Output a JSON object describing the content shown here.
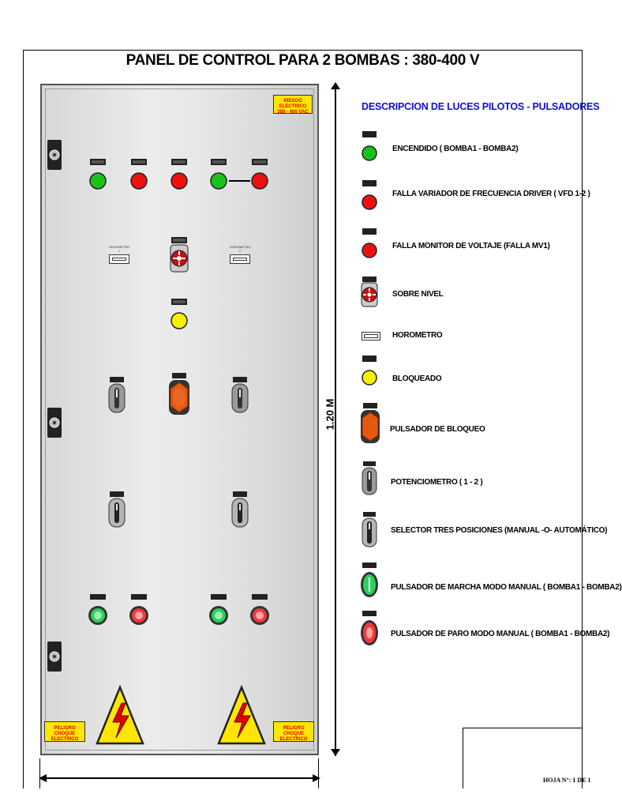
{
  "title": "PANEL DE CONTROL PARA 2 BOMBAS : 380-400 V",
  "panel": {
    "riesgo_label_line1": "RIESGO ELECTRICO",
    "riesgo_label_line2": "380 - 400 VAC",
    "peligro_line1": "PELIGRO",
    "peligro_line2": "CHOQUE ELECTRICO",
    "horometro_1_label": "HOROMETRO 1",
    "horometro_2_label": "HOROMETRO 2"
  },
  "dimension": {
    "height_label": "1.20 M"
  },
  "legend": {
    "title": "DESCRIPCION  DE LUCES PILOTOS - PULSADORES",
    "items": [
      {
        "icon": "green-pilot-light-icon",
        "label": "ENCENDIDO ( BOMBA1 - BOMBA2)"
      },
      {
        "icon": "red-pilot-light-icon",
        "label": "FALLA VARIADOR DE FRECUENCIA DRIVER ( VFD 1-2 )"
      },
      {
        "icon": "red-pilot-light-icon",
        "label": "FALLA MONITOR DE VOLTAJE (FALLA MV1)"
      },
      {
        "icon": "overlevel-indicator-icon",
        "label": "SOBRE NIVEL"
      },
      {
        "icon": "hour-meter-icon",
        "label": "HOROMETRO"
      },
      {
        "icon": "yellow-pilot-light-icon",
        "label": "BLOQUEADO"
      },
      {
        "icon": "emergency-stop-button-icon",
        "label": "PULSADOR DE BLOQUEO"
      },
      {
        "icon": "potentiometer-icon",
        "label": "POTENCIOMETRO ( 1 - 2 )"
      },
      {
        "icon": "selector-switch-icon",
        "label": "SELECTOR TRES POSICIONES (MANUAL -O- AUTOMÁTICO)"
      },
      {
        "icon": "green-start-button-icon",
        "label": "PULSADOR DE MARCHA MODO MANUAL ( BOMBA1 - BOMBA2)"
      },
      {
        "icon": "red-stop-button-icon",
        "label": "PULSADOR DE PARO MODO MANUAL ( BOMBA1 - BOMBA2)"
      }
    ]
  },
  "sheet": {
    "hoja": "HOJA N°: 1 DE 1"
  },
  "colors": {
    "green": "#19c219",
    "red": "#ee1010",
    "yellow": "#f7f000",
    "orange": "#e25a10",
    "legend_title": "#1010d0",
    "warning_yellow": "#ffe600"
  }
}
